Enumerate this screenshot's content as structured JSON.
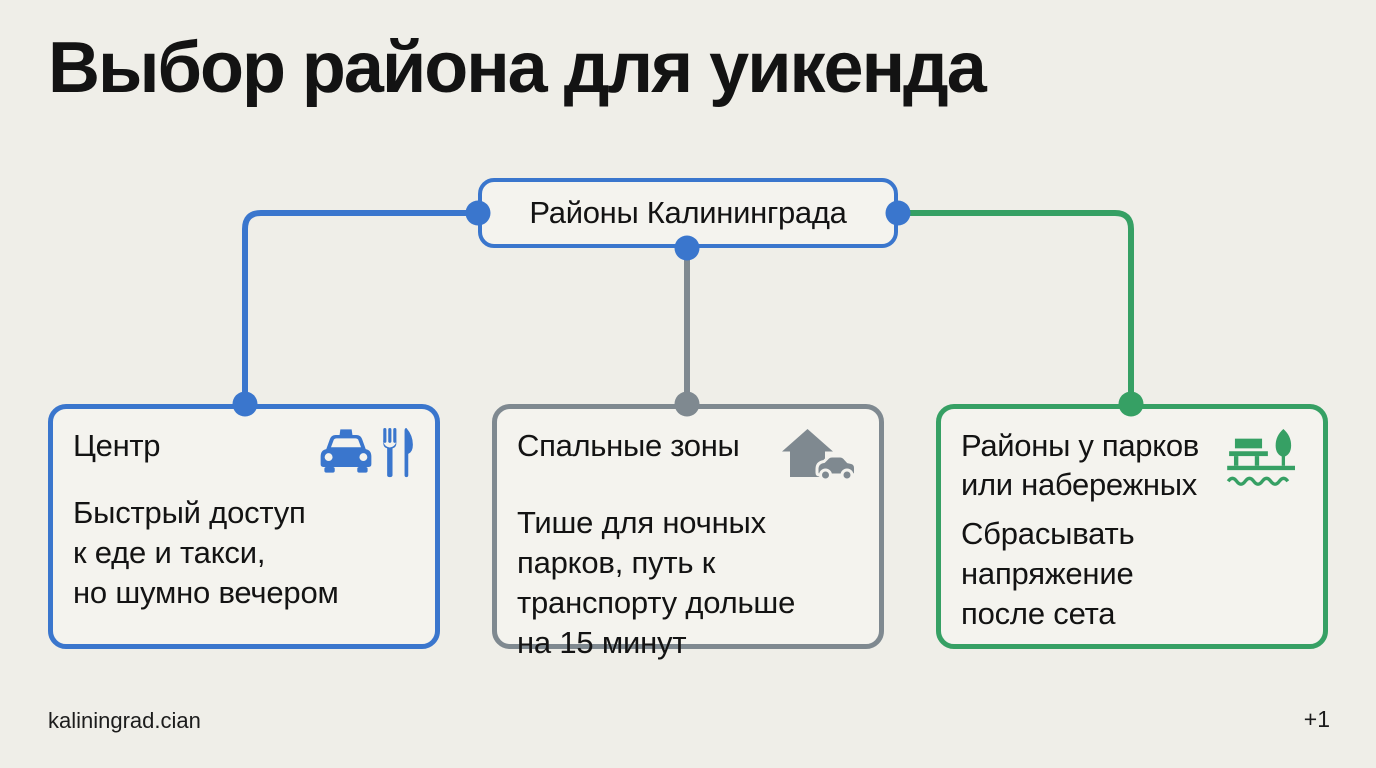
{
  "title": "Выбор района для уикенда",
  "root_node": {
    "label": "Районы Калининграда"
  },
  "cards": [
    {
      "title": "Центр",
      "body": "Быстрый доступ\nк еде и такси,\nно шумно вечером",
      "icons": [
        "taxi-icon",
        "fork-knife-icon"
      ],
      "accent": "#3A76CD"
    },
    {
      "title": "Спальные зоны",
      "body": "Тише для ночных\nпарков, путь к\nтранспорту дольше\nна 15 минут",
      "icons": [
        "house-car-icon"
      ],
      "accent": "#7F8990"
    },
    {
      "title": "Районы у парков\nили набережных",
      "body": "Сбрасывать\nнапряжение\nпосле сета",
      "icons": [
        "bench-tree-water-icon"
      ],
      "accent": "#36A064"
    }
  ],
  "footer": {
    "left": "kaliningrad.cian",
    "right": "+1"
  },
  "colors": {
    "background": "#EFEEE8",
    "card_fill": "#F4F3EE",
    "blue": "#3A76CD",
    "gray": "#7F8990",
    "green": "#36A064",
    "text": "#131313"
  }
}
